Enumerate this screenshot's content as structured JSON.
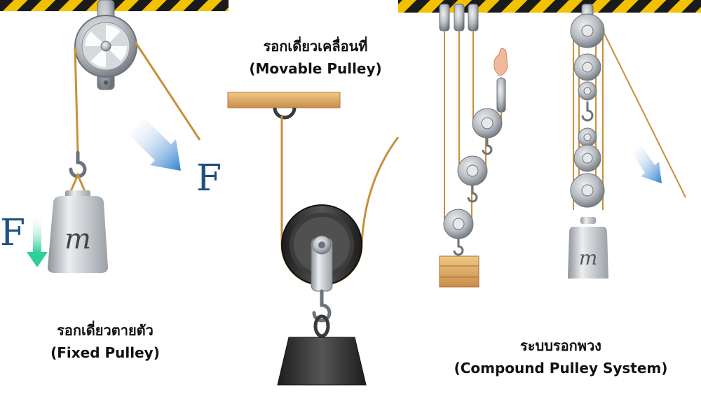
{
  "colors": {
    "hazard_yellow": "#f2c200",
    "hazard_black": "#1a1a1a",
    "rope": "#c8903a",
    "metal": "#b9bec4",
    "metal_dark": "#6d737a",
    "wood": "#e2b06c",
    "force_arrow_blue": "#2f7fd0",
    "force_arrow_green": "#2fcf9a",
    "force_letter": "#1f4f86",
    "weight_dark": "#2b2b2b"
  },
  "fixed_pulley": {
    "title_th": "รอกเดี่ยวตายตัว",
    "title_en": "(Fixed Pulley)",
    "force_label_right": "F",
    "force_label_left": "F",
    "mass_label": "m"
  },
  "movable_pulley": {
    "title_th": "รอกเดี่ยวเคลื่อนที่",
    "title_en": "(Movable Pulley)"
  },
  "compound_pulley": {
    "title_th": "ระบบรอกพวง",
    "title_en": "(Compound Pulley System)",
    "mass_label": "m"
  }
}
